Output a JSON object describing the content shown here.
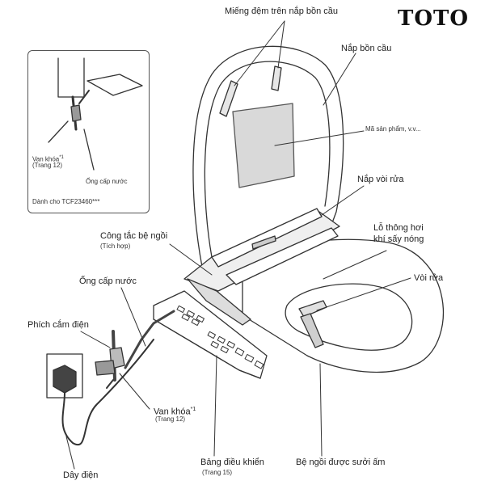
{
  "brand": "TOTO",
  "labels": {
    "lid_pad": "Miếng đệm trên nắp bồn cầu",
    "lid": "Nắp bồn cầu",
    "model_plate": "Mã sản phẩm, v.v...",
    "nozzle_cover": "Nắp vòi rửa",
    "vent_line1": "Lỗ thông hơi",
    "vent_line2": "khí sấy nóng",
    "nozzle": "Vòi rửa",
    "seat_switch": "Công tắc bệ ngồi",
    "seat_switch_note": "(Tích hợp)",
    "supply_hose": "Ống cấp nước",
    "plug": "Phích cắm điện",
    "valve": "Van khóa",
    "valve_sup": "*1",
    "valve_page": "(Trang 12)",
    "control_panel": "Bảng điều khiển",
    "control_panel_page": "(Trang 15)",
    "heated_seat": "Bệ ngồi được sưởi ấm",
    "cord": "Dây điện"
  },
  "inset": {
    "valve": "Van khóa",
    "valve_sup": "*1",
    "valve_page": "(Trang 12)",
    "supply_hose": "Ống cấp nước",
    "caption": "Dành cho TCF23460***"
  },
  "colors": {
    "line": "#333333",
    "fill": "#ffffff",
    "shade": "#d9d9d9",
    "dark": "#555555"
  }
}
